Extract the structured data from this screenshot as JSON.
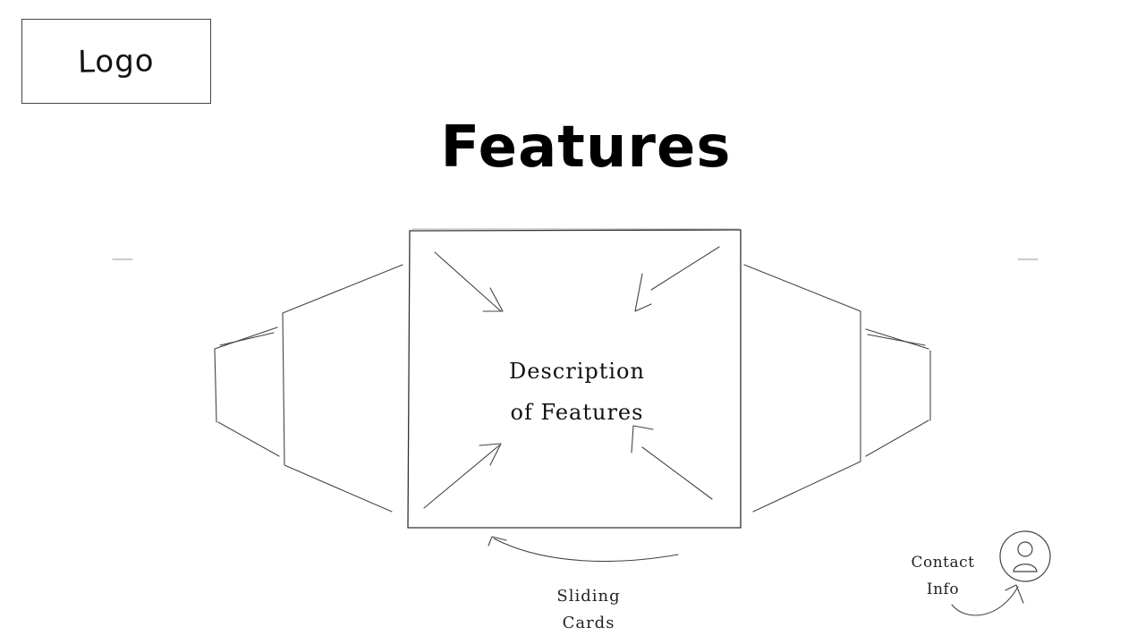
{
  "logo": {
    "text": "Logo"
  },
  "page_title": "Features",
  "feature_card": {
    "description_line1": "Description",
    "description_line2": "of Features"
  },
  "annotations": {
    "sliding_line1": "Sliding",
    "sliding_line2": "Cards",
    "contact_line1": "Contact",
    "contact_line2": "Info"
  },
  "icons": {
    "contact": "user-avatar-icon"
  }
}
